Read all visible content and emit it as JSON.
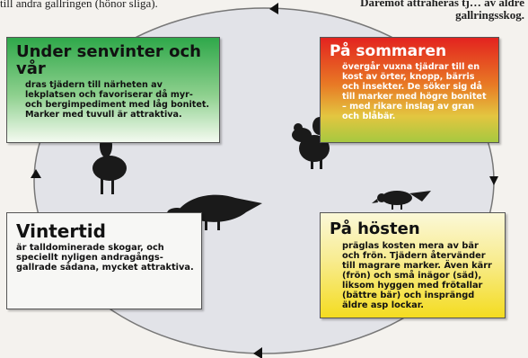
{
  "fragments": {
    "top_left": "till andra gallringen (hönor sliga).",
    "top_right": "Däremot attraheras tj… av äldre gallringsskog."
  },
  "seasons": {
    "spring": {
      "title": "Under senvinter och vår",
      "body": "dras tjädern till närheten av lekplatsen och favoriserar då myr- och bergimpediment med låg bonitet. Marker med tuvull är attraktiva."
    },
    "summer": {
      "title": "På sommaren",
      "body": "övergår vuxna tjädrar till en kost av örter, knopp, bärris och insekter. De söker sig då till marker med högre bonitet – med rikare inslag av gran och blåbär."
    },
    "winter": {
      "title": "Vintertid",
      "body": "är talldominerade skogar, och speciellt nyligen andragångs-gallrade sådana, mycket attraktiva."
    },
    "autumn": {
      "title": "På hösten",
      "body": "präglas kosten mera av bär och frön. Tjädern återvänder till magrare marker. Även kärr (frön) och små inägor (säd), liksom hyggen med frötallar (bättre bär) och insprängd äldre asp lockar."
    }
  },
  "colors": {
    "spring": "#2fa84a",
    "summer": "#e3231f",
    "autumn": "#f4dc20",
    "winter": "#f7f7f5"
  }
}
